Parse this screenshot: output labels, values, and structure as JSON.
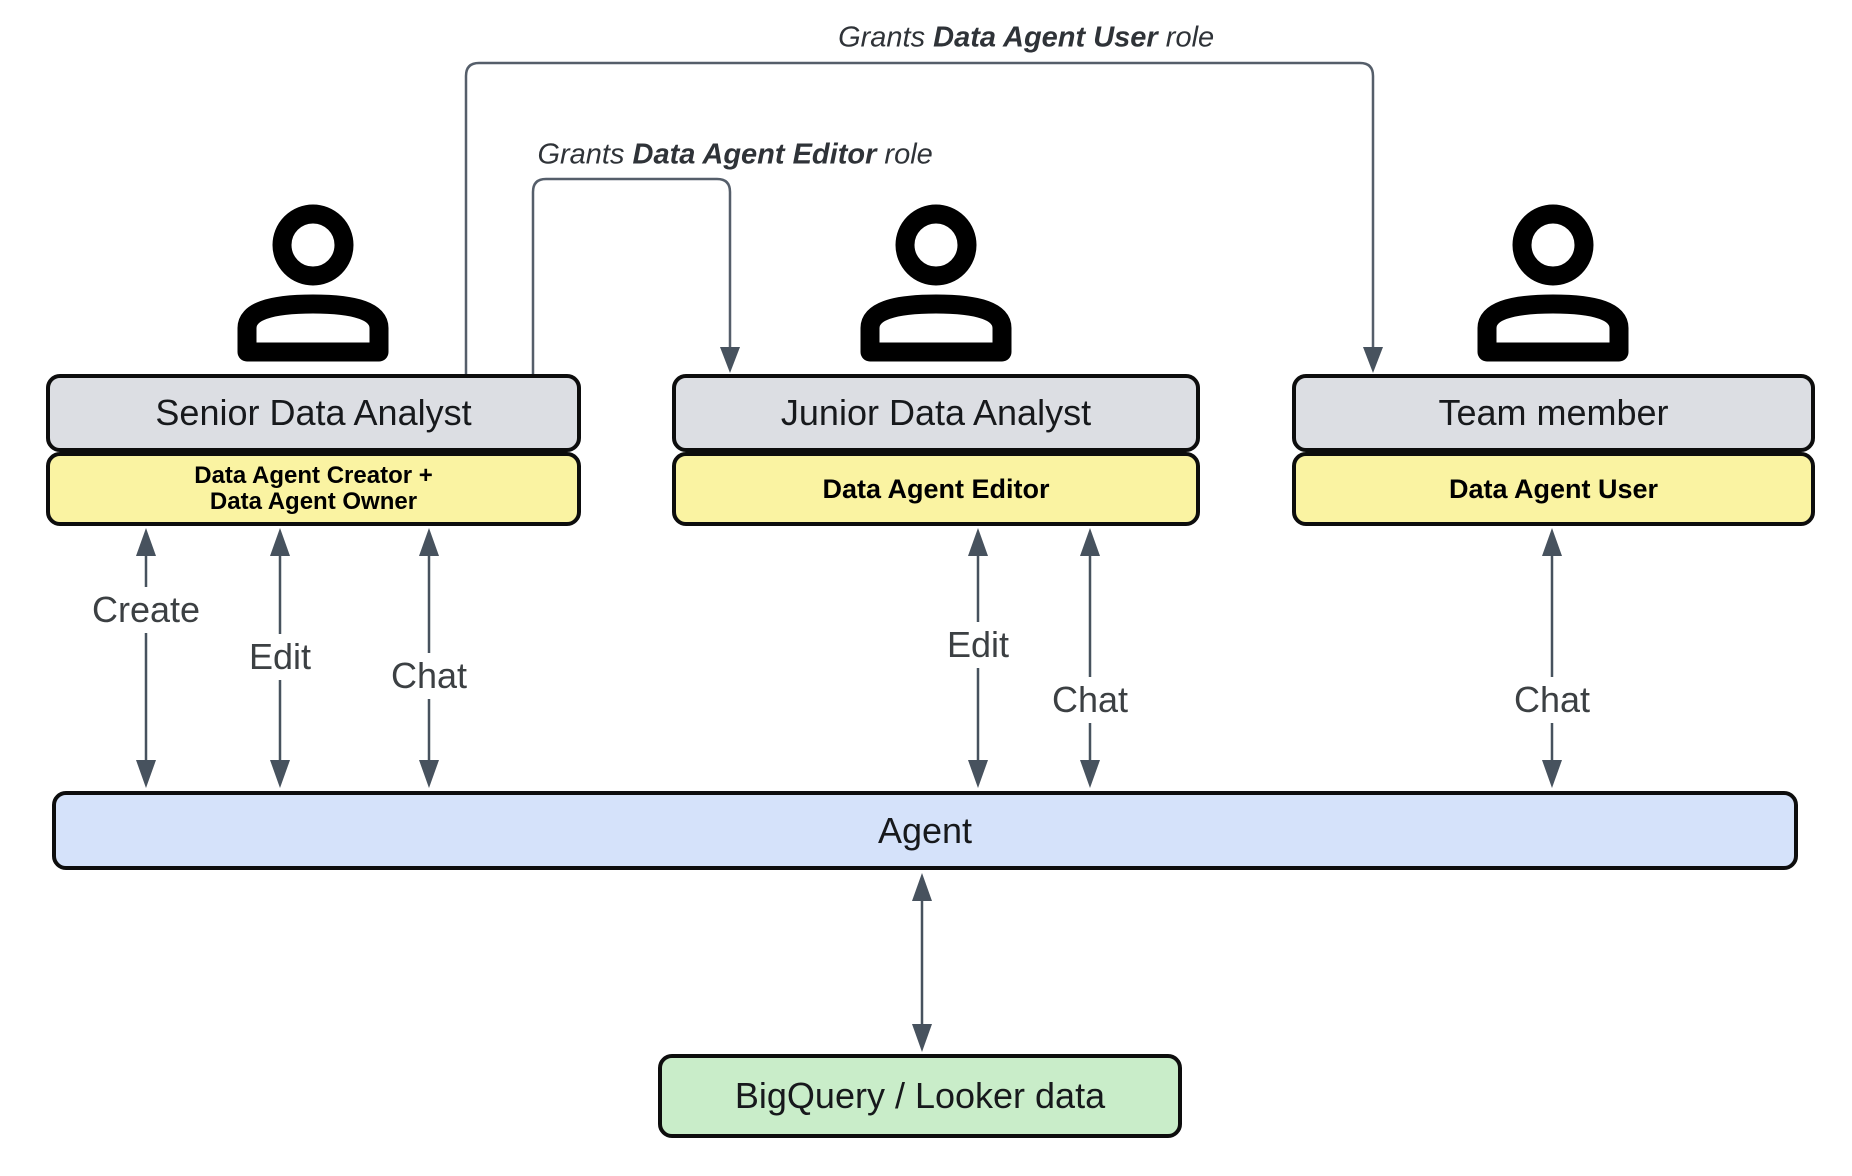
{
  "columns": [
    {
      "title": "Senior Data Analyst",
      "role_lines": [
        "Data Agent Creator +",
        "Data Agent Owner"
      ],
      "actions": [
        "Create",
        "Edit",
        "Chat"
      ]
    },
    {
      "title": "Junior Data Analyst",
      "role_lines": [
        "Data Agent Editor"
      ],
      "actions": [
        "Edit",
        "Chat"
      ]
    },
    {
      "title": "Team member",
      "role_lines": [
        "Data Agent User"
      ],
      "actions": [
        "Chat"
      ]
    }
  ],
  "grants": [
    {
      "prefix": "Grants ",
      "bold": "Data Agent User",
      "suffix": " role"
    },
    {
      "prefix": "Grants ",
      "bold": "Data Agent Editor",
      "suffix": " role"
    }
  ],
  "agent": {
    "label": "Agent"
  },
  "datastore": {
    "label": "BigQuery / Looker data"
  },
  "colors": {
    "title_box_bg": "#dcdee3",
    "role_box_bg": "#faf3a2",
    "agent_box_bg": "#d5e2fa",
    "datastore_box_bg": "#c9edc9",
    "arrow": "#47525e",
    "grant_line": "#555e6a",
    "box_border": "#0d0d0d"
  }
}
